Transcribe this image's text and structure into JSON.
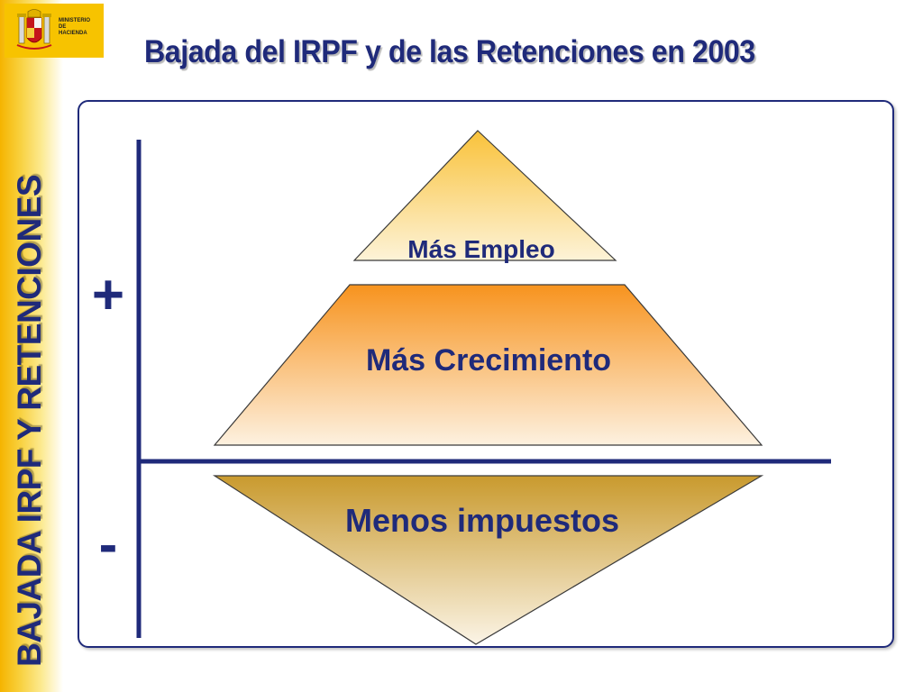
{
  "logo": {
    "lines": [
      "MINISTERIO",
      "DE",
      "HACIENDA"
    ],
    "crest_icon": "spain-coat-of-arms-icon",
    "color": "#f7c300"
  },
  "header": {
    "title": "Bajada del IRPF y de las Retenciones en 2003"
  },
  "sidebar": {
    "vertical_title": "BAJADA  IRPF Y RETENCIONES"
  },
  "diagram": {
    "plus_label": "+",
    "minus_label": "-",
    "top_triangle_label": "Más Empleo",
    "middle_trapezoid_label": "Más Crecimiento",
    "bottom_triangle_label": "Menos impuestos",
    "colors": {
      "text": "#1f2a7a",
      "axis": "#1f2a7a",
      "top_fill": "#f9c23a",
      "middle_fill": "#f7931e",
      "bottom_fill": "#c99a2e"
    }
  }
}
